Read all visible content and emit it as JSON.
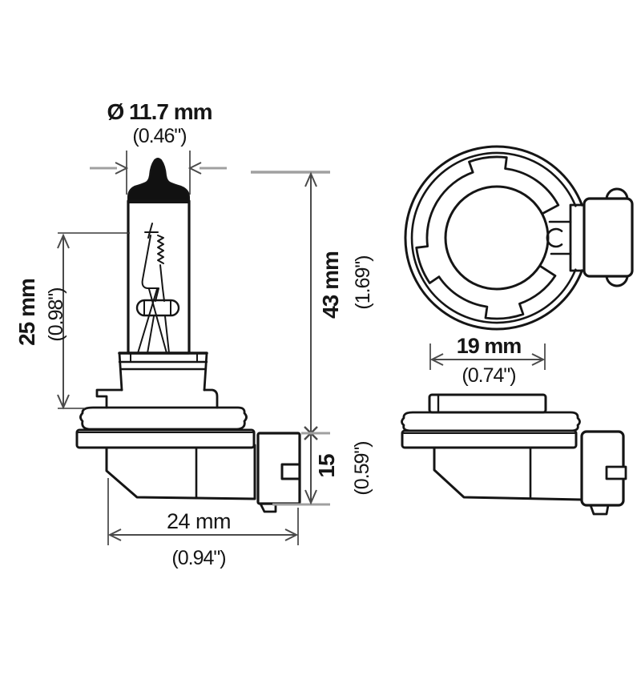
{
  "dimensions": {
    "diameter": {
      "metric": "Ø 11.7 mm",
      "imperial": "(0.46\")"
    },
    "glass_length": {
      "metric": "25 mm",
      "imperial": "(0.98\")"
    },
    "overall_length": {
      "metric": "43 mm",
      "imperial": "(1.69\")"
    },
    "base_height": {
      "metric": "15",
      "imperial": "(0.59\")"
    },
    "base_width": {
      "metric": "24 mm",
      "imperial": "(0.94\")"
    },
    "collar_width": {
      "metric": "19 mm",
      "imperial": "(0.74\")"
    }
  },
  "colors": {
    "outline": "#151515",
    "dimension": "#4a4a4a",
    "extension": "#3a3a3a",
    "leader": "#a0a0a0",
    "background": "#ffffff"
  }
}
